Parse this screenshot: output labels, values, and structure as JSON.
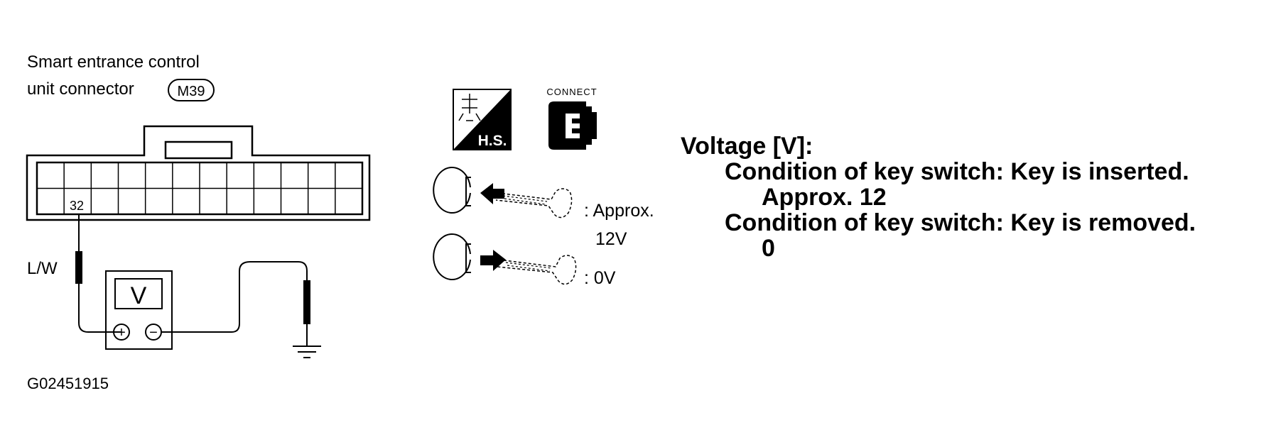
{
  "connector": {
    "title_line1": "Smart entrance control",
    "title_line2": "unit connector",
    "connector_id": "M39",
    "pin_label": "32",
    "wire_color": "L/W"
  },
  "voltmeter": {
    "display": "V",
    "positive": "+",
    "negative": "−"
  },
  "icons": {
    "harness_side": "H.S.",
    "connect_label": "CONNECT"
  },
  "key_states": {
    "inserted_line1": ": Approx.",
    "inserted_line2": "12V",
    "removed": ": 0V"
  },
  "figure_code": "G02451915",
  "spec": {
    "heading": "Voltage [V]:",
    "rows": [
      {
        "condition": "Condition of key switch:  Key is inserted.",
        "value": "Approx.  12"
      },
      {
        "condition": "Condition of key switch:  Key is removed.",
        "value": "0"
      }
    ]
  }
}
